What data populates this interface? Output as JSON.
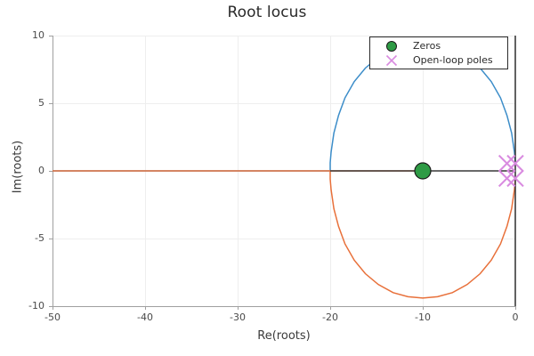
{
  "chart": {
    "title": "Root locus",
    "xlabel": "Re(roots)",
    "ylabel": "Im(roots)"
  },
  "legend": {
    "items": [
      {
        "label": "Zeros",
        "marker": "circle",
        "color": "#2E9B45"
      },
      {
        "label": "Open-loop poles",
        "marker": "x",
        "color": "#D98BE0"
      }
    ]
  },
  "axes": {
    "x_ticks": [
      "-50",
      "-40",
      "-30",
      "-20",
      "-10",
      "0"
    ],
    "y_ticks": [
      "10",
      "5",
      "0",
      "-5",
      "-10"
    ]
  },
  "chart_data": {
    "type": "line",
    "title": "Root locus",
    "xlabel": "Re(roots)",
    "ylabel": "Im(roots)",
    "xlim": [
      -50,
      0
    ],
    "ylim": [
      -10,
      10
    ],
    "xticks": [
      -50,
      -40,
      -30,
      -20,
      -10,
      0
    ],
    "yticks": [
      -10,
      -5,
      0,
      5,
      10
    ],
    "grid": true,
    "legend_position": "top-right",
    "series": [
      {
        "name": "upper branch",
        "color": "#3C8DC9",
        "comment": "real-axis segment from -50 to -20, then circular arc of radius 10 about Re=-10 into the upper half plane ending at the upper open-loop poles near the origin",
        "points": [
          [
            -50.0,
            0.0
          ],
          [
            -45.0,
            0.0
          ],
          [
            -40.0,
            0.0
          ],
          [
            -35.0,
            0.0
          ],
          [
            -30.0,
            0.0
          ],
          [
            -25.0,
            0.0
          ],
          [
            -20.0,
            0.0
          ],
          [
            -20.0,
            0.6
          ],
          [
            -19.9,
            1.4
          ],
          [
            -19.6,
            2.8
          ],
          [
            -19.1,
            4.1
          ],
          [
            -18.4,
            5.4
          ],
          [
            -17.4,
            6.6
          ],
          [
            -16.2,
            7.6
          ],
          [
            -14.8,
            8.4
          ],
          [
            -13.2,
            9.0
          ],
          [
            -11.6,
            9.3
          ],
          [
            -10.0,
            9.4
          ],
          [
            -8.4,
            9.3
          ],
          [
            -6.8,
            9.0
          ],
          [
            -5.2,
            8.4
          ],
          [
            -3.8,
            7.6
          ],
          [
            -2.6,
            6.6
          ],
          [
            -1.6,
            5.4
          ],
          [
            -0.9,
            4.1
          ],
          [
            -0.4,
            2.8
          ],
          [
            -0.1,
            1.4
          ],
          [
            0.0,
            0.6
          ]
        ]
      },
      {
        "name": "lower branch",
        "color": "#E8703A",
        "comment": "real-axis segment from -50 to -20, then circular arc of radius 10 about Re=-10 into the lower half plane ending at the lower open-loop poles near the origin",
        "points": [
          [
            -50.0,
            0.0
          ],
          [
            -45.0,
            0.0
          ],
          [
            -40.0,
            0.0
          ],
          [
            -35.0,
            0.0
          ],
          [
            -30.0,
            0.0
          ],
          [
            -25.0,
            0.0
          ],
          [
            -20.0,
            0.0
          ],
          [
            -20.0,
            -0.6
          ],
          [
            -19.9,
            -1.4
          ],
          [
            -19.6,
            -2.8
          ],
          [
            -19.1,
            -4.1
          ],
          [
            -18.4,
            -5.4
          ],
          [
            -17.4,
            -6.6
          ],
          [
            -16.2,
            -7.6
          ],
          [
            -14.8,
            -8.4
          ],
          [
            -13.2,
            -9.0
          ],
          [
            -11.6,
            -9.3
          ],
          [
            -10.0,
            -9.4
          ],
          [
            -8.4,
            -9.3
          ],
          [
            -6.8,
            -9.0
          ],
          [
            -5.2,
            -8.4
          ],
          [
            -3.8,
            -7.6
          ],
          [
            -2.6,
            -6.6
          ],
          [
            -1.6,
            -5.4
          ],
          [
            -0.9,
            -4.1
          ],
          [
            -0.4,
            -2.8
          ],
          [
            -0.1,
            -1.4
          ],
          [
            0.0,
            -0.6
          ]
        ]
      },
      {
        "name": "real-axis segment (zero side)",
        "color": "#E8703A",
        "comment": "short orange overlay along the real axis from -20 to the zero at -10",
        "points": [
          [
            -20.0,
            0.0
          ],
          [
            -15.0,
            0.0
          ],
          [
            -10.0,
            0.0
          ]
        ]
      }
    ],
    "markers": [
      {
        "name": "Zeros",
        "marker": "circle",
        "color": "#2E9B45",
        "edgecolor": "#1a1a1a",
        "points": [
          [
            -10.0,
            0.0
          ]
        ]
      },
      {
        "name": "Open-loop poles",
        "marker": "x",
        "color": "#D98BE0",
        "points": [
          [
            -0.9,
            0.55
          ],
          [
            0.0,
            0.55
          ],
          [
            -0.9,
            -0.55
          ],
          [
            0.0,
            -0.55
          ]
        ]
      }
    ],
    "reference_lines": [
      {
        "name": "imaginary-axis",
        "orientation": "vertical",
        "value": 0.0,
        "color": "#3a3a3a"
      },
      {
        "name": "real-axis",
        "orientation": "horizontal",
        "value": 0.0,
        "color": "#3a3a3a",
        "x_from": -20.0,
        "x_to": 0.0
      }
    ]
  }
}
